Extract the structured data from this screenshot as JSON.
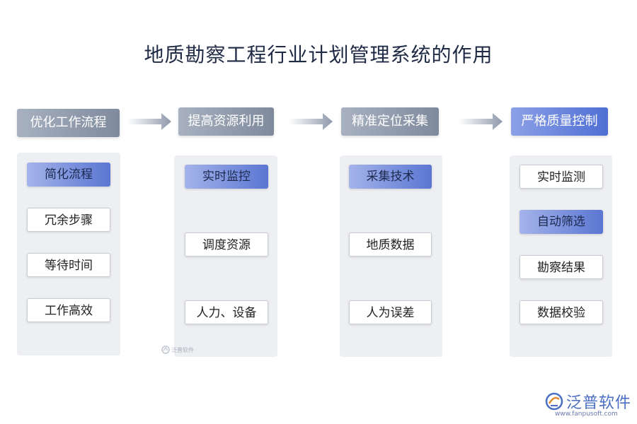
{
  "title": "地质勘察工程行业计划管理系统的作用",
  "columns": [
    {
      "header": "优化工作流程",
      "items": [
        "简化流程",
        "冗余步骤",
        "等待时间",
        "工作高效"
      ]
    },
    {
      "header": "提高资源利用",
      "items": [
        "实时监控",
        "调度资源",
        "人力、设备"
      ]
    },
    {
      "header": "精准定位采集",
      "items": [
        "采集技术",
        "地质数据",
        "人为误差"
      ]
    },
    {
      "header": "严格质量控制",
      "items": [
        "实时监测",
        "自动筛选",
        "勘察结果",
        "数据校验"
      ]
    }
  ],
  "watermark": {
    "small_text": "泛普软件",
    "brand_text": "泛普软件",
    "url": "www.fanpusoft.com"
  },
  "colors": {
    "header_gray": "#8e99ab",
    "header_blue": "#5e7bd6",
    "highlight": "#6f88dd",
    "panel": "#eeeff3"
  }
}
